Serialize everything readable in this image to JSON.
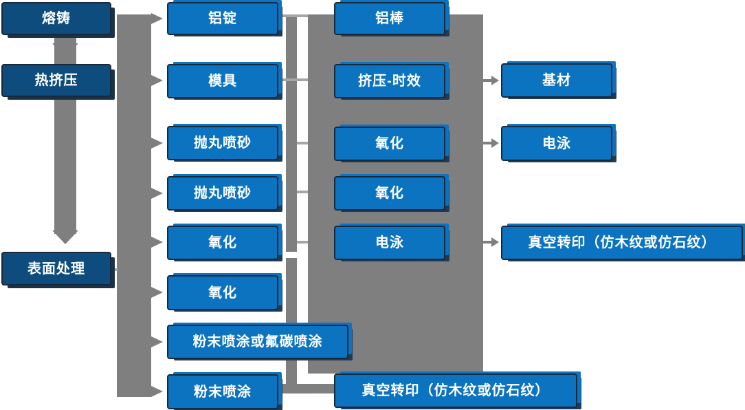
{
  "colors": {
    "process_node_fill": "#0b73c0",
    "stage_node_fill": "#0e4c7d",
    "node_border": "#17293c",
    "node_text": "#ffffff",
    "connector_gray": "#7f7f7f",
    "connector_light_gray": "#a6a6a6",
    "background": "#ffffff"
  },
  "nodes": {
    "melt_casting": {
      "label": "熔铸"
    },
    "hot_extrusion": {
      "label": "热挤压"
    },
    "surface_treatment": {
      "label": "表面处理"
    },
    "aluminum_ingot": {
      "label": "铝锭"
    },
    "mold": {
      "label": "模具"
    },
    "shot_blasting_1": {
      "label": "抛丸喷砂"
    },
    "shot_blasting_2": {
      "label": "抛丸喷砂"
    },
    "oxidation_c2_1": {
      "label": "氧化"
    },
    "oxidation_c2_2": {
      "label": "氧化"
    },
    "powder_or_fluorocarbon": {
      "label": "粉末喷涂或氟碳喷涂"
    },
    "powder_coating": {
      "label": "粉末喷涂"
    },
    "aluminum_rod": {
      "label": "铝棒"
    },
    "extrusion_aging": {
      "label": "挤压-时效"
    },
    "oxidation_c3_1": {
      "label": "氧化"
    },
    "oxidation_c3_2": {
      "label": "氧化"
    },
    "electrophoresis_c3": {
      "label": "电泳"
    },
    "vacuum_transfer_c3": {
      "label": "真空转印（仿木纹或仿石纹）"
    },
    "base_material": {
      "label": "基材"
    },
    "electrophoresis_c4": {
      "label": "电泳"
    },
    "vacuum_transfer_c4": {
      "label": "真空转印（仿木纹或仿石纹）"
    }
  },
  "flow": {
    "stage_sequence": [
      "熔铸",
      "热挤压",
      "表面处理"
    ],
    "trunk_arrow_targets": [
      "铝锭",
      "模具",
      "抛丸喷砂",
      "抛丸喷砂",
      "氧化",
      "氧化",
      "粉末喷涂或氟碳喷涂",
      "粉末喷涂"
    ],
    "band_arrow_targets": [
      "基材",
      "电泳",
      "真空转印（仿木纹或仿石纹）"
    ],
    "bottom_link": [
      "粉末喷涂",
      "真空转印（仿木纹或仿石纹）"
    ]
  }
}
